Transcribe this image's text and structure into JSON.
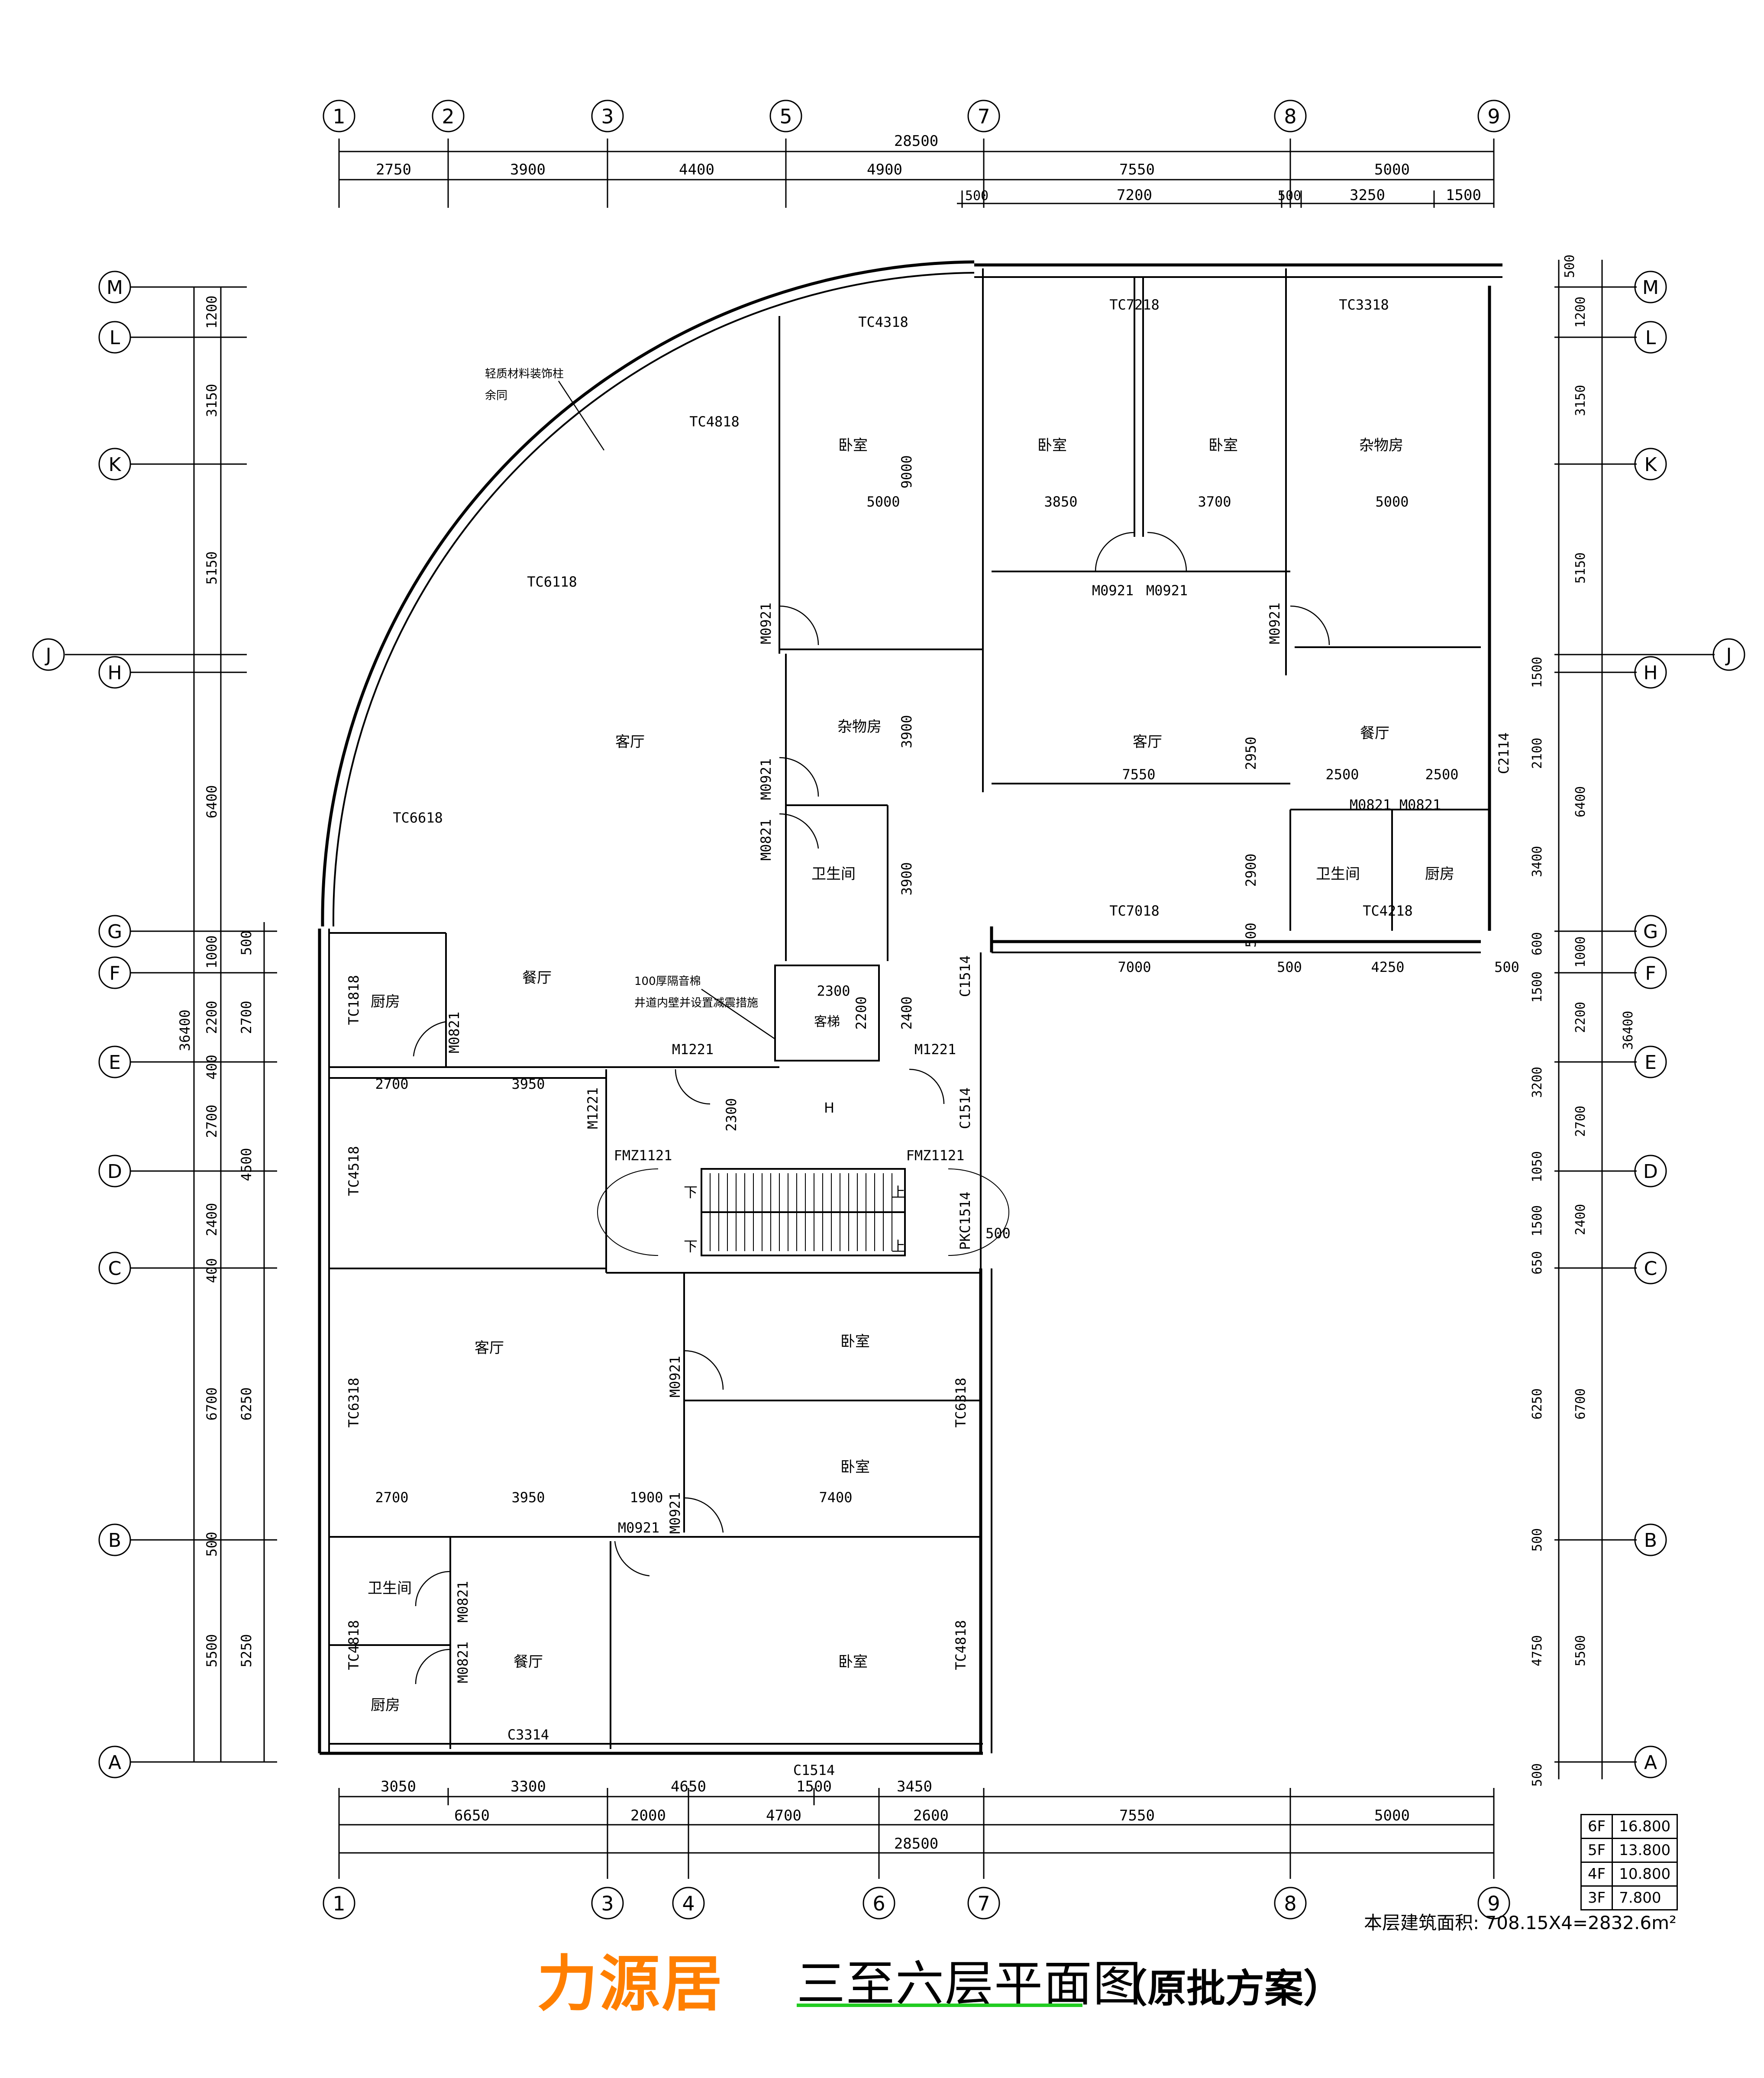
{
  "axes_top": [
    "1",
    "2",
    "3",
    "5",
    "7",
    "8",
    "9"
  ],
  "axes_bottom": [
    "1",
    "3",
    "4",
    "6",
    "7",
    "8",
    "9"
  ],
  "axes_left": [
    "M",
    "L",
    "K",
    "J",
    "H",
    "G",
    "F",
    "E",
    "D",
    "C",
    "B",
    "A"
  ],
  "axes_right": [
    "M",
    "L",
    "K",
    "H",
    "J",
    "G",
    "F",
    "E",
    "D",
    "C",
    "B",
    "A"
  ],
  "dims_top_total": "28500",
  "dims_top_row": [
    "2750",
    "3900",
    "4400",
    "4900",
    "7550",
    "5000"
  ],
  "dims_top_sub": [
    "500",
    "7200",
    "500",
    "3250",
    "1500"
  ],
  "dims_bottom_row1": [
    "3050",
    "3300",
    "4650",
    "1500",
    "3450"
  ],
  "dims_bottom_row2": [
    "6650",
    "2000",
    "4700",
    "2600",
    "7550",
    "5000"
  ],
  "dims_bottom_total": "28500",
  "dims_left_outer": [
    "1200",
    "3150",
    "5150",
    "6400",
    "1000",
    "2200",
    "400",
    "2700",
    "2400",
    "400",
    "6700",
    "500",
    "5500"
  ],
  "dims_left_mid": [
    "500",
    "2700",
    "4500",
    "6250",
    "5250"
  ],
  "dims_left_total": "36400",
  "dims_right_outer": [
    "500",
    "1200",
    "3150",
    "5150",
    "1500",
    "2100",
    "3400",
    "600",
    "1500",
    "3200",
    "1050",
    "1500",
    "650",
    "6250",
    "500",
    "4750",
    "500"
  ],
  "dims_right_mid": [
    "6400",
    "1000",
    "2200",
    "2700",
    "2400",
    "6700",
    "5500"
  ],
  "dims_right_total": "36400",
  "rooms": {
    "bed1": "卧室",
    "bed2": "卧室",
    "bed3": "卧室",
    "storage1": "杂物房",
    "living1": "客厅",
    "storage2": "杂物房",
    "living2": "客厅",
    "dining1": "餐厅",
    "bath1": "卫生间",
    "bath2": "卫生间",
    "kitchen1": "厨房",
    "dining2": "餐厅",
    "kitchen2": "厨房",
    "living3": "客厅",
    "bed4": "卧室",
    "bed5": "卧室",
    "bath3": "卫生间",
    "kitchen3": "厨房",
    "dining3": "餐厅",
    "bed6": "卧室",
    "elevator": "客梯"
  },
  "codes": {
    "tc4318": "TC4318",
    "tc7218": "TC7218",
    "tc3318": "TC3318",
    "tc4818a": "TC4818",
    "tc6118": "TC6118",
    "tc6618": "TC6618",
    "tc7018": "TC7018",
    "tc4218": "TC4218",
    "c2114": "C2114",
    "tc1818": "TC1818",
    "tc4518": "TC4518",
    "tc6318a": "TC6318",
    "tc6318b": "TC6318",
    "tc4818b": "TC4818",
    "tc4818c": "TC4818",
    "c3314": "C3314",
    "c1514a": "C1514",
    "c1514b": "C1514",
    "c1514c": "C1514",
    "pkc1514": "PKC1514",
    "m0921a": "M0921",
    "m0921b": "M0921",
    "m0921c": "M0921",
    "m0921d": "M0921",
    "m0921e": "M0921",
    "m0921f": "M0921",
    "m0921g": "M0921",
    "m0921h": "M0921",
    "m0821a": "M0821",
    "m0821b": "M0821",
    "m0821c": "M0821",
    "m0821d": "M0821",
    "m0821e": "M0821",
    "m0821f": "M0821",
    "m1221a": "M1221",
    "m1221b": "M1221",
    "m1221c": "M1221",
    "fm1121a": "FMZ1121",
    "fm1121b": "FMZ1121",
    "up1": "上",
    "up2": "上",
    "down1": "下",
    "down2": "下",
    "h": "H"
  },
  "inner_dims": {
    "d5000a": "5000",
    "d3850": "3850",
    "d3700": "3700",
    "d5000b": "5000",
    "d9000": "9000",
    "d3900a": "3900",
    "d3900b": "3900",
    "d2400": "2400",
    "d7550": "7550",
    "d2500a": "2500",
    "d2500b": "2500",
    "d2950": "2950",
    "d2900": "2900",
    "d500a": "500",
    "d7000": "7000",
    "d500b": "500",
    "d4250": "4250",
    "d500c": "500",
    "d2300a": "2300",
    "d2200": "2200",
    "d2700a": "2700",
    "d3950a": "3950",
    "d2300b": "2300",
    "d2700b": "2700",
    "d3950b": "3950",
    "d1900": "1900",
    "d7400": "7400",
    "d500d": "500"
  },
  "notes": {
    "column1": "轻质材料装饰柱",
    "column2": "余同",
    "shaft1": "100厚隔音棉",
    "shaft2": "井道内壁并设置减震措施"
  },
  "title": {
    "name": "力源居",
    "subtitle": "三至六层平面图",
    "note": "（原批方案）",
    "area": "本层建筑面积: 708.15X4=2832.6m²"
  },
  "levels": [
    {
      "floor": "6F",
      "elev": "16.800"
    },
    {
      "floor": "5F",
      "elev": "13.800"
    },
    {
      "floor": "4F",
      "elev": "10.800"
    },
    {
      "floor": "3F",
      "elev": "7.800"
    }
  ],
  "colors": {
    "title": "#ff7f00",
    "underline": "#22cc22"
  }
}
